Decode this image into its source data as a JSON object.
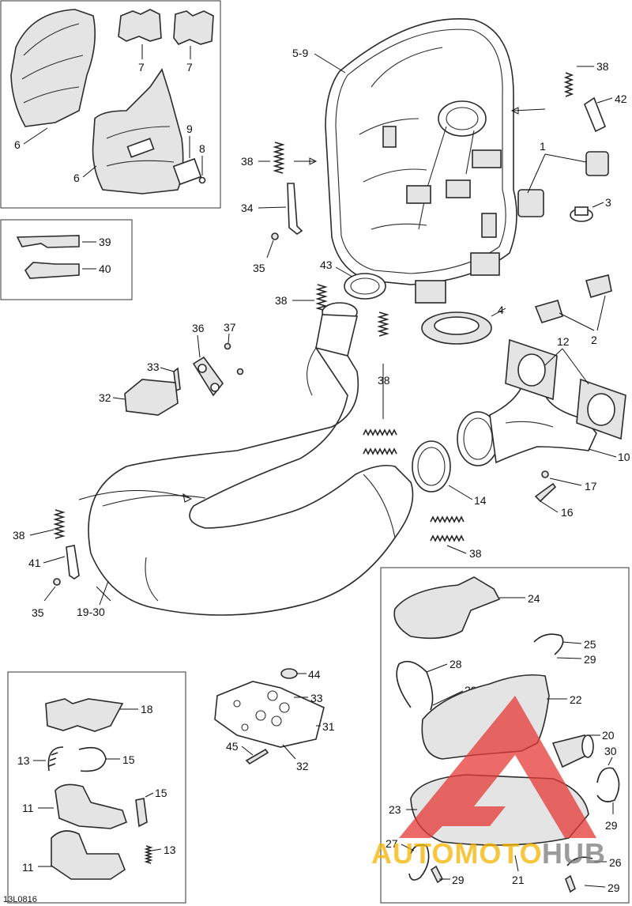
{
  "diagram": {
    "code": "13L0816",
    "labels": {
      "l5_9": "5-9",
      "l38a": "38",
      "l42": "42",
      "l1": "1",
      "l3": "3",
      "l2": "2",
      "l7a": "7",
      "l7b": "7",
      "l9": "9",
      "l8": "8",
      "l6a": "6",
      "l6b": "6",
      "l38b": "38",
      "l34": "34",
      "l35a": "35",
      "l39": "39",
      "l40": "40",
      "l43": "43",
      "l38c": "38",
      "l4": "4",
      "l36": "36",
      "l37": "37",
      "l33a": "33",
      "l32a": "32",
      "l38d": "38",
      "l12": "12",
      "l10": "10",
      "l17": "17",
      "l16": "16",
      "l14": "14",
      "l38e": "38",
      "l38f": "38",
      "l41": "41",
      "l35b": "35",
      "l19_30": "19-30",
      "l24": "24",
      "l25": "25",
      "l29a": "29",
      "l28": "28",
      "l29b": "29",
      "l22": "22",
      "l20": "20",
      "l30": "30",
      "l29c": "29",
      "l23": "23",
      "l27": "27",
      "l21": "21",
      "l26": "26",
      "l29d": "29",
      "l29e": "29",
      "l44": "44",
      "l33b": "33",
      "l31": "31",
      "l45": "45",
      "l32b": "32",
      "l18": "18",
      "l13a": "13",
      "l15a": "15",
      "l15b": "15",
      "l11a": "11",
      "l11b": "11",
      "l13b": "13"
    }
  },
  "watermark": {
    "text_left": "AUTOMOTO",
    "text_right": "HUB",
    "color_left": "#f5b400",
    "color_right": "#7a7a7a",
    "logo_color": "#e53935"
  }
}
